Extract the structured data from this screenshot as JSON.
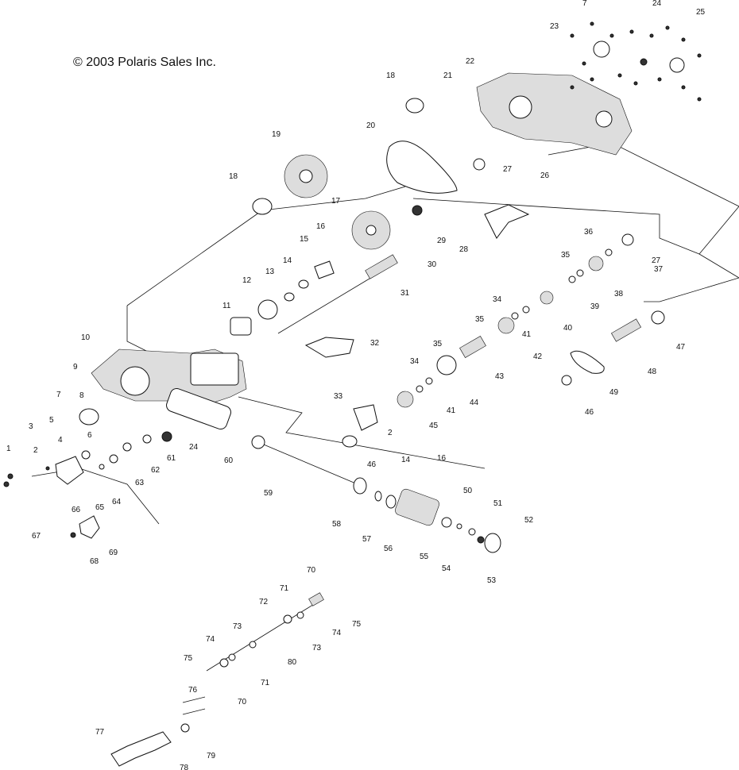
{
  "copyright": "© 2003 Polaris Sales Inc.",
  "callouts": [
    {
      "id": "c1",
      "text": "1"
    },
    {
      "id": "c2a",
      "text": "2"
    },
    {
      "id": "c2b",
      "text": "2"
    },
    {
      "id": "c3",
      "text": "3"
    },
    {
      "id": "c4",
      "text": "4"
    },
    {
      "id": "c5",
      "text": "5"
    },
    {
      "id": "c6",
      "text": "6"
    },
    {
      "id": "c7a",
      "text": "7"
    },
    {
      "id": "c7b",
      "text": "7"
    },
    {
      "id": "c8",
      "text": "8"
    },
    {
      "id": "c9",
      "text": "9"
    },
    {
      "id": "c10",
      "text": "10"
    },
    {
      "id": "c11",
      "text": "11"
    },
    {
      "id": "c12",
      "text": "12"
    },
    {
      "id": "c13",
      "text": "13"
    },
    {
      "id": "c14a",
      "text": "14"
    },
    {
      "id": "c14b",
      "text": "14"
    },
    {
      "id": "c15",
      "text": "15"
    },
    {
      "id": "c16a",
      "text": "16"
    },
    {
      "id": "c16b",
      "text": "16"
    },
    {
      "id": "c17",
      "text": "17"
    },
    {
      "id": "c18a",
      "text": "18"
    },
    {
      "id": "c18b",
      "text": "18"
    },
    {
      "id": "c19",
      "text": "19"
    },
    {
      "id": "c20",
      "text": "20"
    },
    {
      "id": "c21",
      "text": "21"
    },
    {
      "id": "c22",
      "text": "22"
    },
    {
      "id": "c23",
      "text": "23"
    },
    {
      "id": "c24a",
      "text": "24"
    },
    {
      "id": "c24b",
      "text": "24"
    },
    {
      "id": "c25",
      "text": "25"
    },
    {
      "id": "c26",
      "text": "26"
    },
    {
      "id": "c27a",
      "text": "27"
    },
    {
      "id": "c27b",
      "text": "27"
    },
    {
      "id": "c28",
      "text": "28"
    },
    {
      "id": "c29",
      "text": "29"
    },
    {
      "id": "c30",
      "text": "30"
    },
    {
      "id": "c31",
      "text": "31"
    },
    {
      "id": "c32",
      "text": "32"
    },
    {
      "id": "c33",
      "text": "33"
    },
    {
      "id": "c34a",
      "text": "34"
    },
    {
      "id": "c34b",
      "text": "34"
    },
    {
      "id": "c35a",
      "text": "35"
    },
    {
      "id": "c35b",
      "text": "35"
    },
    {
      "id": "c35c",
      "text": "35"
    },
    {
      "id": "c36",
      "text": "36"
    },
    {
      "id": "c37",
      "text": "37"
    },
    {
      "id": "c38",
      "text": "38"
    },
    {
      "id": "c39",
      "text": "39"
    },
    {
      "id": "c40",
      "text": "40"
    },
    {
      "id": "c41a",
      "text": "41"
    },
    {
      "id": "c41b",
      "text": "41"
    },
    {
      "id": "c42",
      "text": "42"
    },
    {
      "id": "c43",
      "text": "43"
    },
    {
      "id": "c44",
      "text": "44"
    },
    {
      "id": "c45",
      "text": "45"
    },
    {
      "id": "c46a",
      "text": "46"
    },
    {
      "id": "c46b",
      "text": "46"
    },
    {
      "id": "c47",
      "text": "47"
    },
    {
      "id": "c48",
      "text": "48"
    },
    {
      "id": "c49",
      "text": "49"
    },
    {
      "id": "c50",
      "text": "50"
    },
    {
      "id": "c51",
      "text": "51"
    },
    {
      "id": "c52",
      "text": "52"
    },
    {
      "id": "c53",
      "text": "53"
    },
    {
      "id": "c54",
      "text": "54"
    },
    {
      "id": "c55",
      "text": "55"
    },
    {
      "id": "c56",
      "text": "56"
    },
    {
      "id": "c57",
      "text": "57"
    },
    {
      "id": "c58",
      "text": "58"
    },
    {
      "id": "c59",
      "text": "59"
    },
    {
      "id": "c60",
      "text": "60"
    },
    {
      "id": "c61",
      "text": "61"
    },
    {
      "id": "c62",
      "text": "62"
    },
    {
      "id": "c63",
      "text": "63"
    },
    {
      "id": "c64",
      "text": "64"
    },
    {
      "id": "c65",
      "text": "65"
    },
    {
      "id": "c66",
      "text": "66"
    },
    {
      "id": "c67",
      "text": "67"
    },
    {
      "id": "c68",
      "text": "68"
    },
    {
      "id": "c69",
      "text": "69"
    },
    {
      "id": "c70a",
      "text": "70"
    },
    {
      "id": "c70b",
      "text": "70"
    },
    {
      "id": "c71a",
      "text": "71"
    },
    {
      "id": "c71b",
      "text": "71"
    },
    {
      "id": "c72",
      "text": "72"
    },
    {
      "id": "c73a",
      "text": "73"
    },
    {
      "id": "c73b",
      "text": "73"
    },
    {
      "id": "c74a",
      "text": "74"
    },
    {
      "id": "c74b",
      "text": "74"
    },
    {
      "id": "c75a",
      "text": "75"
    },
    {
      "id": "c75b",
      "text": "75"
    },
    {
      "id": "c76",
      "text": "76"
    },
    {
      "id": "c77",
      "text": "77"
    },
    {
      "id": "c78",
      "text": "78"
    },
    {
      "id": "c79",
      "text": "79"
    },
    {
      "id": "c80",
      "text": "80"
    }
  ]
}
